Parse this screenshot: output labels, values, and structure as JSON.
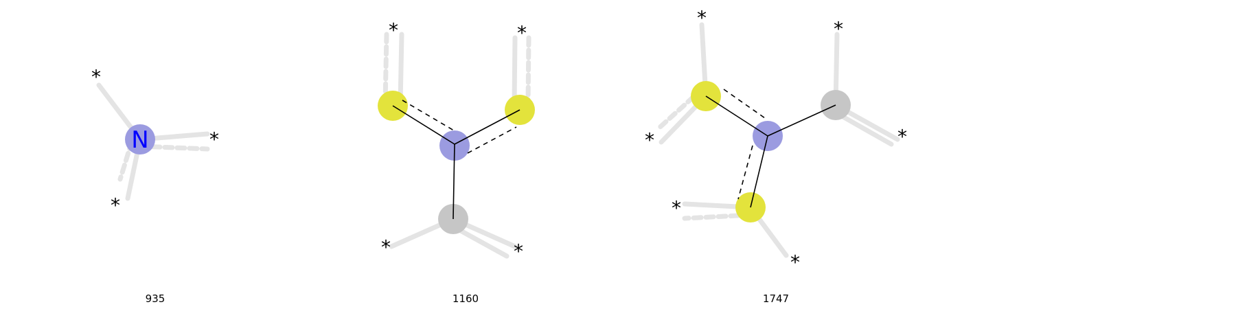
{
  "colors": {
    "nitrogen": "#9b9be0",
    "sulfur": "#e3e33c",
    "carbon": "#c6c6c6",
    "bond_highlight": "#e4e4e4",
    "nitrogen_label": "#0000ff"
  },
  "molecules": [
    {
      "caption": "935",
      "atoms": [
        {
          "label": "N",
          "type": "nitrogen"
        },
        {
          "label": "*"
        },
        {
          "label": "*"
        },
        {
          "label": "*"
        }
      ]
    },
    {
      "caption": "1160",
      "atoms": [
        {
          "type": "nitrogen"
        },
        {
          "type": "sulfur"
        },
        {
          "type": "sulfur"
        },
        {
          "type": "carbon"
        },
        {
          "label": "*"
        },
        {
          "label": "*"
        },
        {
          "label": "*"
        },
        {
          "label": "*"
        }
      ]
    },
    {
      "caption": "1747",
      "atoms": [
        {
          "type": "nitrogen"
        },
        {
          "type": "sulfur"
        },
        {
          "type": "sulfur"
        },
        {
          "type": "carbon"
        },
        {
          "label": "*"
        },
        {
          "label": "*"
        },
        {
          "label": "*"
        },
        {
          "label": "*"
        },
        {
          "label": "*"
        },
        {
          "label": "*"
        }
      ]
    }
  ]
}
